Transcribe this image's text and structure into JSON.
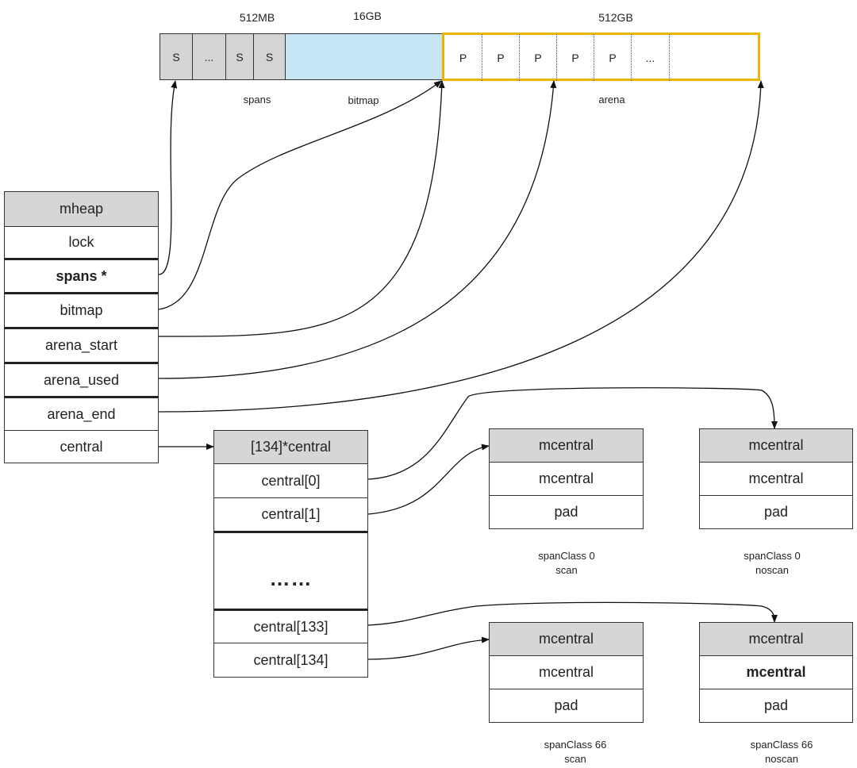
{
  "top": {
    "sizes": {
      "spans": "512MB",
      "bitmap": "16GB",
      "arena": "512GB"
    },
    "region_labels": {
      "spans": "spans",
      "bitmap": "bitmap",
      "arena": "arena"
    },
    "span_cells": [
      "S",
      "...",
      "S",
      "S"
    ],
    "page_cells": [
      "P",
      "P",
      "P",
      "P",
      "P",
      "..."
    ]
  },
  "mheap": {
    "title": "mheap",
    "fields": [
      "lock",
      "spans *",
      "bitmap",
      "arena_start",
      "arena_used",
      "arena_end",
      "central"
    ]
  },
  "central_array": {
    "title": "[134]*central",
    "rows": [
      "central[0]",
      "central[1]",
      "……",
      "central[133]",
      "central[134]"
    ]
  },
  "mcentrals": [
    {
      "title": "mcentral",
      "rows": [
        "mcentral",
        "pad"
      ],
      "caption1": "spanClass 0",
      "caption2": "scan"
    },
    {
      "title": "mcentral",
      "rows": [
        "mcentral",
        "pad"
      ],
      "caption1": "spanClass 0",
      "caption2": "noscan"
    },
    {
      "title": "mcentral",
      "rows": [
        "mcentral",
        "pad"
      ],
      "caption1": "spanClass 66",
      "caption2": "scan"
    },
    {
      "title": "mcentral",
      "rows": [
        "mcentral",
        "pad"
      ],
      "caption1": "spanClass 66",
      "caption2": "noscan"
    }
  ],
  "colors": {
    "header_fill": "#d6d6d6",
    "bitmap_fill": "#c6e6f5",
    "arena_border": "#f0b400"
  }
}
